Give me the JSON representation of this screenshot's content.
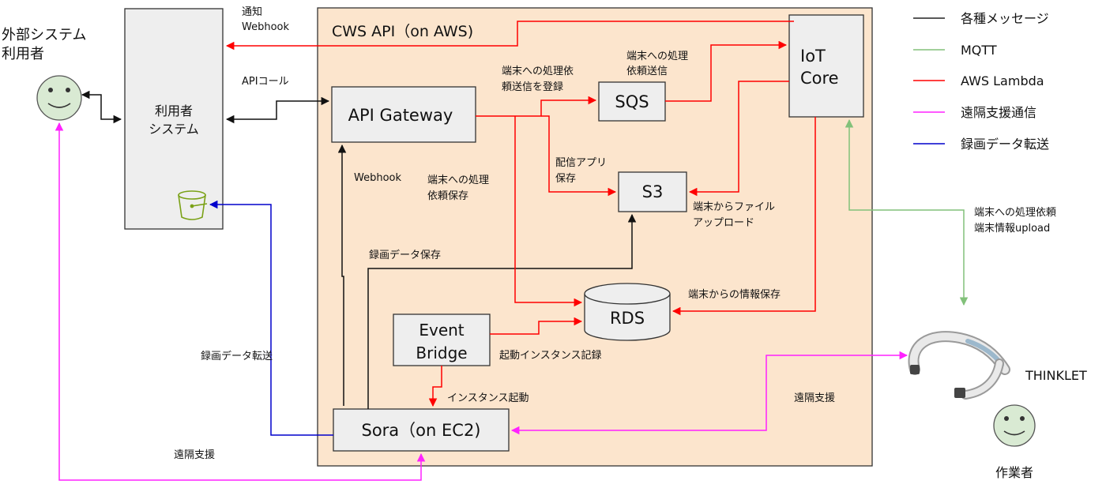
{
  "external_user": {
    "label_line1": "外部システム",
    "label_line2": "利用者"
  },
  "user_system": {
    "label_line1": "利用者",
    "label_line2": "システム"
  },
  "aws_container": {
    "title": "CWS API（on AWS)"
  },
  "nodes": {
    "api_gateway": "API Gateway",
    "sqs": "SQS",
    "s3": "S3",
    "iot_core_line1": "IoT",
    "iot_core_line2": "Core",
    "rds": "RDS",
    "event_bridge_line1": "Event",
    "event_bridge_line2": "Bridge",
    "sora": "Sora（on EC2)",
    "thinklet": "THINKLET",
    "worker": "作業者"
  },
  "edge_labels": {
    "notify_line1": "通知",
    "notify_line2": "Webhook",
    "api_call": "APIコール",
    "register_line1": "端末への処理依",
    "register_line2": "頼送信を登録",
    "send_line1": "端末への処理",
    "send_line2": "依頼送信",
    "app_line1": "配信アプリ",
    "app_line2": "保存",
    "request_save_line1": "端末への処理",
    "request_save_line2": "依頼保存",
    "webhook": "Webhook",
    "file_upload_line1": "端末からファイル",
    "file_upload_line2": "アップロード",
    "recording_save": "録画データ保存",
    "info_save": "端末からの情報保存",
    "instance_record": "起動インスタンス記録",
    "instance_start": "インスタンス起動",
    "recording_transfer": "録画データ転送",
    "remote_support_left": "遠隔支援",
    "remote_support_right": "遠隔支援",
    "mqtt_line1": "端末への処理依頼",
    "mqtt_line2": "端末情報upload"
  },
  "legend": [
    {
      "label": "各種メッセージ",
      "color": "#222222"
    },
    {
      "label": "MQTT",
      "color": "#82c17a"
    },
    {
      "label": "AWS Lambda",
      "color": "#ff0000"
    },
    {
      "label": "遠隔支援通信",
      "color": "#ff22ff"
    },
    {
      "label": "録画データ転送",
      "color": "#0000cc"
    }
  ]
}
